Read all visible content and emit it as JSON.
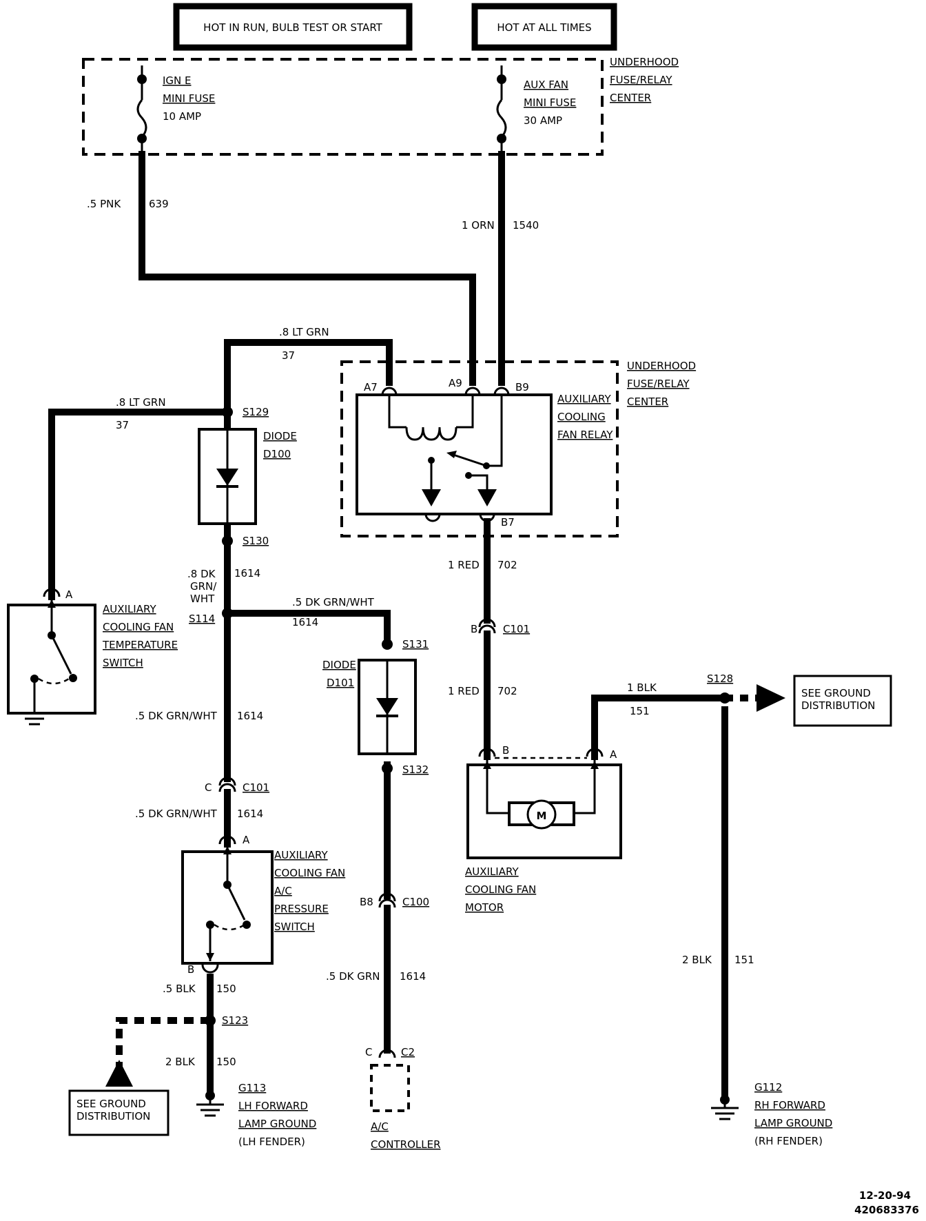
{
  "header": {
    "hot_run": "HOT IN RUN, BULB TEST OR START",
    "hot_all": "HOT AT ALL TIMES"
  },
  "fuse_center_top": {
    "l1": "UNDERHOOD",
    "l2": "FUSE/RELAY",
    "l3": "CENTER"
  },
  "fuse_ign": {
    "l1": "IGN E",
    "l2": "MINI FUSE",
    "l3": "10 AMP"
  },
  "fuse_aux": {
    "l1": "AUX FAN",
    "l2": "MINI FUSE",
    "l3": "30 AMP"
  },
  "fuse_center_relay": {
    "l1": "UNDERHOOD",
    "l2": "FUSE/RELAY",
    "l3": "CENTER"
  },
  "relay": {
    "l1": "AUXILIARY",
    "l2": "COOLING",
    "l3": "FAN RELAY",
    "pin_a7": "A7",
    "pin_a9": "A9",
    "pin_b9": "B9",
    "pin_b7": "B7"
  },
  "wires": {
    "w639_gauge": ".5 PNK",
    "w639_num": "639",
    "w1540_gauge": "1 ORN",
    "w1540_num": "1540",
    "w37_top_gauge": ".8 LT GRN",
    "w37_top_num": "37",
    "w37_left_gauge": ".8 LT GRN",
    "w37_left_num": "37",
    "w1614_a_l1": ".8 DK",
    "w1614_a_l2": "GRN/",
    "w1614_a_l3": "WHT",
    "w1614_a_num": "1614",
    "w1614_b_gauge": ".5 DK GRN/WHT",
    "w1614_b_num": "1614",
    "w1614_c_gauge": ".5 DK GRN/WHT",
    "w1614_c_num": "1614",
    "w1614_d_gauge": ".5 DK GRN/WHT",
    "w1614_d_num": "1614",
    "w1614_e_gauge": ".5 DK GRN",
    "w1614_e_num": "1614",
    "w702_a_gauge": "1 RED",
    "w702_a_num": "702",
    "w702_b_gauge": "1 RED",
    "w702_b_num": "702",
    "w151_a_gauge": "1 BLK",
    "w151_a_num": "151",
    "w151_b_gauge": "2 BLK",
    "w151_b_num": "151",
    "w150_a_gauge": ".5 BLK",
    "w150_a_num": "150",
    "w150_b_gauge": "2 BLK",
    "w150_b_num": "150"
  },
  "splices": {
    "s129": "S129",
    "s130": "S130",
    "s114": "S114",
    "s131": "S131",
    "s132": "S132",
    "s128": "S128",
    "s123": "S123"
  },
  "connectors": {
    "c101_top": "C101",
    "c101_top_pin": "B",
    "c101_left": "C101",
    "c101_left_pin": "C",
    "c100": "C100",
    "c100_pin": "B8",
    "c2": "C2",
    "c2_pin": "C"
  },
  "diode_d100": {
    "l1": "DIODE",
    "l2": "D100"
  },
  "diode_d101": {
    "l1": "DIODE",
    "l2": "D101"
  },
  "temp_switch": {
    "l1": "AUXILIARY",
    "l2": "COOLING FAN",
    "l3": "TEMPERATURE",
    "l4": "SWITCH",
    "pin": "A"
  },
  "pressure_switch": {
    "l1": "AUXILIARY",
    "l2": "COOLING FAN",
    "l3": "A/C",
    "l4": "PRESSURE",
    "l5": "SWITCH",
    "pin_a": "A",
    "pin_b": "B"
  },
  "motor": {
    "l1": "AUXILIARY",
    "l2": "COOLING FAN",
    "l3": "MOTOR",
    "symbol": "M",
    "pin_a": "A",
    "pin_b": "B"
  },
  "ac_controller": {
    "l1": "A/C",
    "l2": "CONTROLLER"
  },
  "ground_dist_right": {
    "l1": "SEE GROUND",
    "l2": "DISTRIBUTION"
  },
  "ground_dist_left": {
    "l1": "SEE GROUND",
    "l2": "DISTRIBUTION"
  },
  "g113": {
    "l1": "G113",
    "l2": "LH FORWARD",
    "l3": "LAMP GROUND",
    "l4": "(LH FENDER)"
  },
  "g112": {
    "l1": "G112",
    "l2": "RH FORWARD",
    "l3": "LAMP GROUND",
    "l4": "(RH FENDER)"
  },
  "footer": {
    "date": "12-20-94",
    "code": "420683376"
  }
}
